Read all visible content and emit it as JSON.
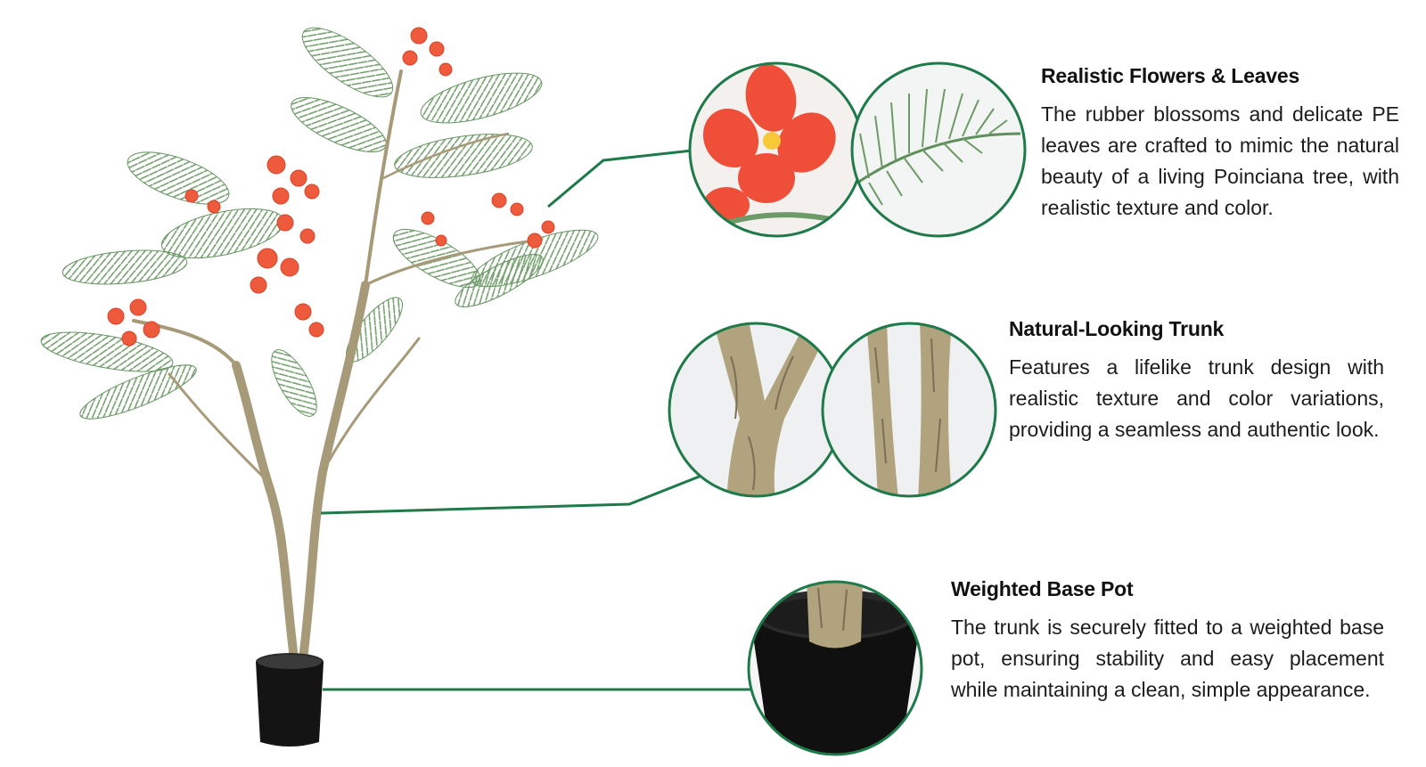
{
  "features": [
    {
      "title": "Realistic Flowers & Leaves",
      "body": "The rubber blossoms and delicate PE leaves are crafted to mimic the natural beauty of a living Poinciana tree, with realistic texture and color."
    },
    {
      "title": "Natural-Looking Trunk",
      "body": "Features a lifelike trunk design with realistic texture and color variations, providing a seamless and authentic look."
    },
    {
      "title": "Weighted Base Pot",
      "body": "The trunk is securely fitted to a weighted base pot, ensuring stability and easy placement while maintaining a clean, simple appearance."
    }
  ],
  "colors": {
    "callout_line": "#1f7a4a",
    "flower": "#ee5a3c",
    "leaf": "#5f8f5a",
    "bark": "#b5a783",
    "pot": "#141414"
  },
  "icons": [
    "poinciana-tree-image",
    "flower-closeup-image",
    "leaf-closeup-image",
    "trunk-fork-closeup-image",
    "trunk-stems-closeup-image",
    "pot-base-closeup-image"
  ]
}
